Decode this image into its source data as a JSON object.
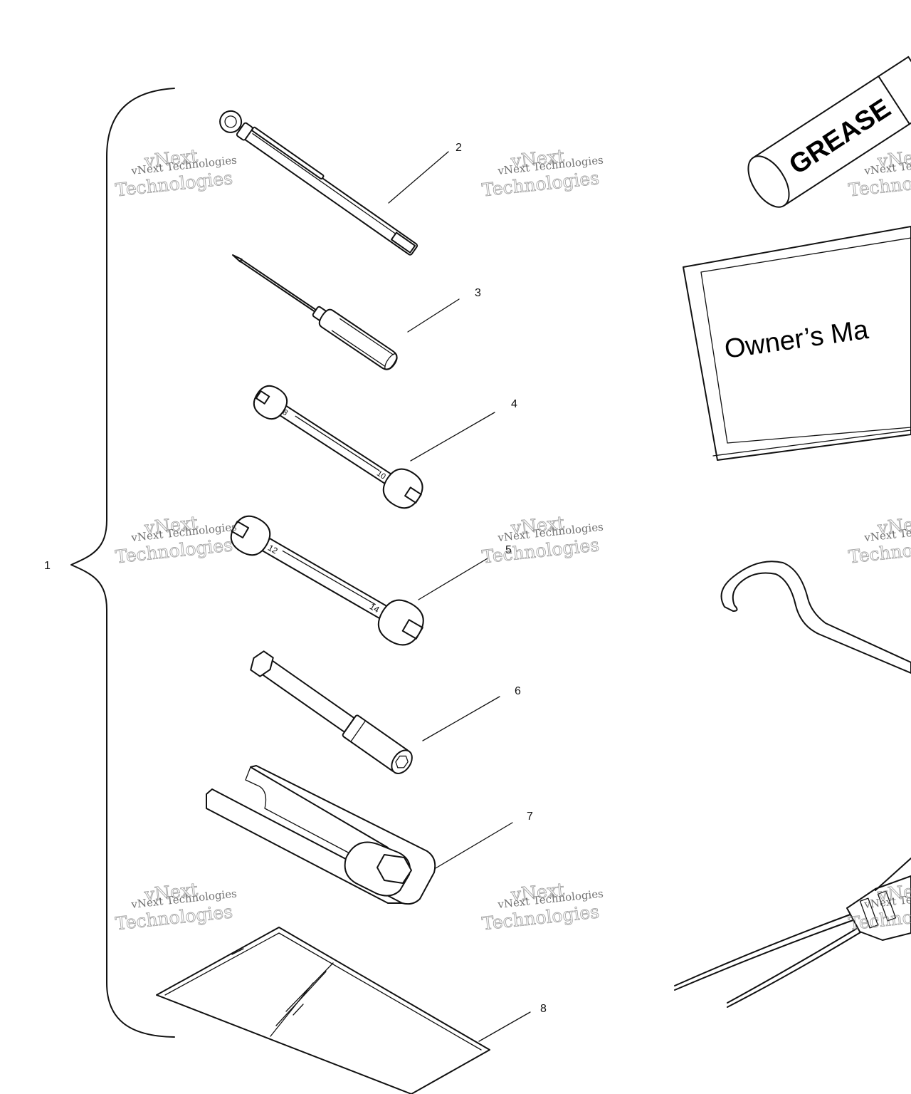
{
  "callouts": [
    "1",
    "2",
    "3",
    "4",
    "5",
    "6",
    "7",
    "8"
  ],
  "grease_label": "GREASE",
  "manual_label": "Owner’s Ma",
  "wrench_small_marks": [
    "8",
    "10"
  ],
  "wrench_large_marks": [
    "12",
    "14"
  ],
  "watermark": {
    "line1": "vNext Technologies",
    "line2": "vNext",
    "line3": "Technologies"
  }
}
